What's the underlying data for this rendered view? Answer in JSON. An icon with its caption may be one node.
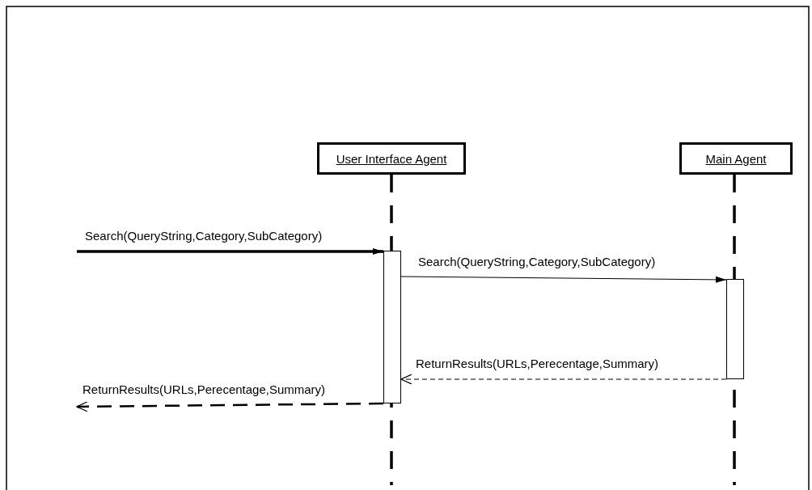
{
  "diagram": {
    "nodes": [
      {
        "text": [
          "User Interface Agent"
        ]
      },
      {
        "text": [
          "Main Agent"
        ]
      },
      {
        "text": [],
        "shape": "bar"
      },
      {
        "text": [],
        "shape": "bar"
      }
    ],
    "edges": [
      {
        "from": null,
        "to": 2,
        "arrow": "to",
        "label": "Search(QueryString,Category,SubCategory)",
        "style": "thick"
      },
      {
        "from": 2,
        "to": 3,
        "arrow": "to",
        "label": "Search(QueryString,Category,SubCategory)"
      },
      {
        "from": 3,
        "to": 2,
        "arrow": "to",
        "label": "ReturnResults(URLs,Perecentage,Summary)",
        "style": "dashed"
      },
      {
        "from": 2,
        "to": null,
        "arrow": "to",
        "label": "ReturnResults(URLs,Perecentage,Summary)",
        "style": "dashed"
      }
    ]
  }
}
